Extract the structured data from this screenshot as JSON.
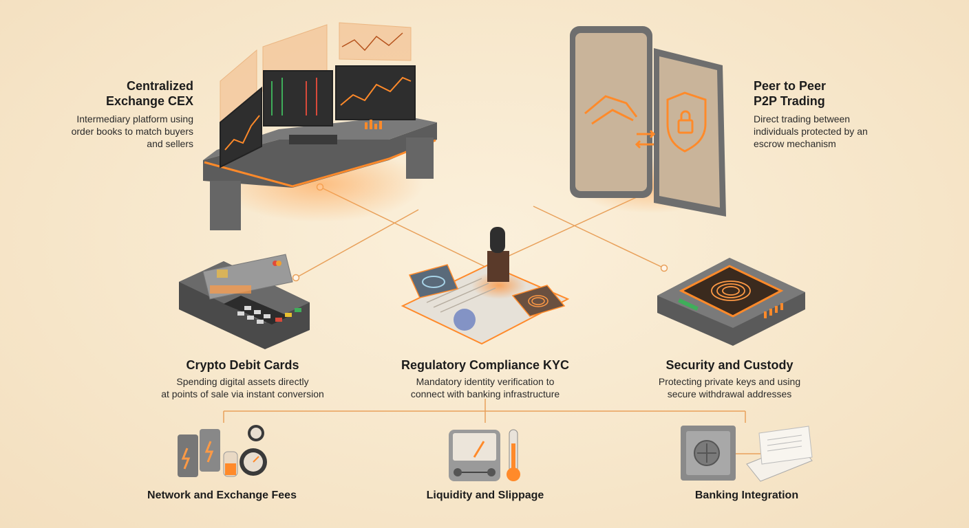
{
  "colors": {
    "accent": "#f08a2c",
    "line": "#e8a05a",
    "background": "#f7e7cb"
  },
  "nodes": {
    "cex": {
      "title_line1": "Centralized",
      "title_line2": "Exchange CEX",
      "desc_line1": "Intermediary platform using",
      "desc_line2": "order books to match buyers",
      "desc_line3": "and sellers",
      "icon": "trading-desk-icon"
    },
    "p2p": {
      "title_line1": "Peer to Peer",
      "title_line2": "P2P Trading",
      "desc_line1": "Direct trading between",
      "desc_line2": "individuals protected by an",
      "desc_line3": "escrow mechanism",
      "icon": "handshake-tablet-icon"
    },
    "debit": {
      "title": "Crypto Debit Cards",
      "desc_line1": "Spending digital assets directly",
      "desc_line2": "at points of sale via instant conversion",
      "icon": "card-terminal-icon"
    },
    "kyc": {
      "title": "Regulatory Compliance KYC",
      "desc_line1": "Mandatory identity verification to",
      "desc_line2": "connect with banking infrastructure",
      "icon": "stamp-document-icon"
    },
    "security": {
      "title": "Security and Custody",
      "desc_line1": "Protecting private keys and using",
      "desc_line2": "secure withdrawal addresses",
      "icon": "fingerprint-vault-icon"
    }
  },
  "bottom": [
    {
      "label": "Network and Exchange Fees",
      "icon": "battery-gauge-icon"
    },
    {
      "label": "Liquidity and Slippage",
      "icon": "meter-thermometer-icon"
    },
    {
      "label": "Banking Integration",
      "icon": "bank-safe-icon"
    }
  ]
}
